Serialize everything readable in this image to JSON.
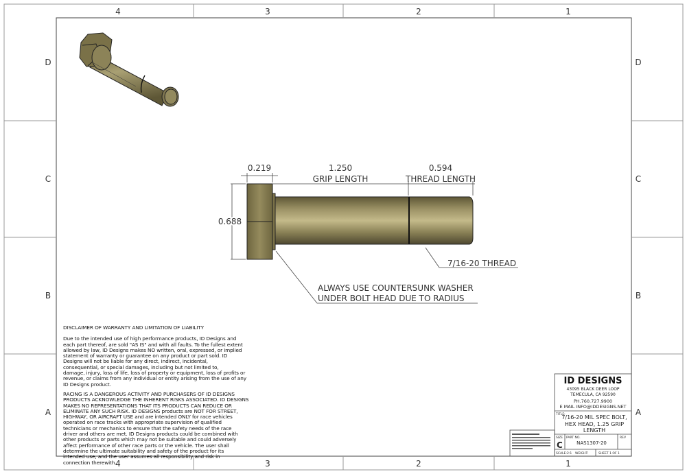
{
  "border": {
    "columns": [
      "4",
      "3",
      "2",
      "1"
    ],
    "rows": [
      "D",
      "C",
      "B",
      "A"
    ]
  },
  "dimensions": {
    "head_thickness": "0.219",
    "grip_length_value": "1.250",
    "grip_length_label": "GRIP LENGTH",
    "thread_length_value": "0.594",
    "thread_length_label": "THREAD LENGTH",
    "head_width": "0.688"
  },
  "notes": {
    "thread": "7/16-20 THREAD",
    "washer_line1": "ALWAYS USE COUNTERSUNK WASHER",
    "washer_line2": "UNDER BOLT HEAD DUE TO RADIUS"
  },
  "disclaimer": {
    "title": "DISCLAIMER OF WARRANTY AND LIMITATION OF LIABILITY",
    "paragraphs": [
      [
        "Due to the intended use of high performance products, ID Designs and",
        "each part thereof, are sold \"AS IS\" and with all faults. To the fullest extent",
        "allowed by law, ID Designs makes NO written, oral, expressed, or implied",
        "statement of warranty or guarantee on any product or part sold. ID",
        "Designs will not be liable for any direct, indirect, incidental,",
        "consequential, or special damages, including but not limited to,",
        "damage, injury, loss of life, loss of property or equipment, loss of profits or",
        "revenue, or claims from any individual or entity arising from the use of any",
        "ID Designs product."
      ],
      [
        "RACING IS A DANGEROUS ACTIVITY AND PURCHASERS OF ID DESIGNS",
        "PRODUCTS ACKNOWLEDGE THE INHERENT RISKS ASSOCIATED. ID DESIGNS",
        "MAKES NO REPRESENTATIONS THAT ITS PRODUCTS CAN REDUCE OR",
        "ELIMINATE ANY SUCH RISK.  ID DESIGNS products are NOT FOR STREET,",
        "HIGHWAY, OR AIRCRAFT USE and are intended ONLY for race vehicles",
        "operated on race tracks with appropriate supervision of qualified",
        "technicians or mechanics to ensure that the safety needs of the race",
        "driver and others are met. ID Designs products could be combined with",
        "other products or parts which may not be suitable and could adversely",
        "affect performance of other race parts or the vehicle. The user shall",
        "determine the ultimate suitability and safety of the product for its",
        "intended use, and the user assumes all responsibility and risk in",
        "connection therewith."
      ]
    ]
  },
  "title_block": {
    "company": "ID DESIGNS",
    "address1": "43095 BLACK DEER LOOP",
    "address2": "TEMECULA, CA 92590",
    "phone": "PH.760.727.9900",
    "email": "E MAIL INFO@IDDESIGNS.NET",
    "title_label": "TITLE:",
    "title_line1": "7/16-20 MIL SPEC BOLT,",
    "title_line2": "HEX HEAD, 1.25 GRIP",
    "title_line3": "LENGTH",
    "size_label": "SIZE",
    "size": "C",
    "part_no_label": "PART NO.",
    "part_no": "NAS1307-20",
    "rev_label": "REV",
    "scale": "SCALE:2:1",
    "weight_label": "WEIGHT:",
    "sheet": "SHEET 1 OF 1"
  },
  "colors": {
    "bolt": "#8c8358",
    "bolt_light": "#c9bf8e",
    "bolt_dark": "#5e5736"
  }
}
